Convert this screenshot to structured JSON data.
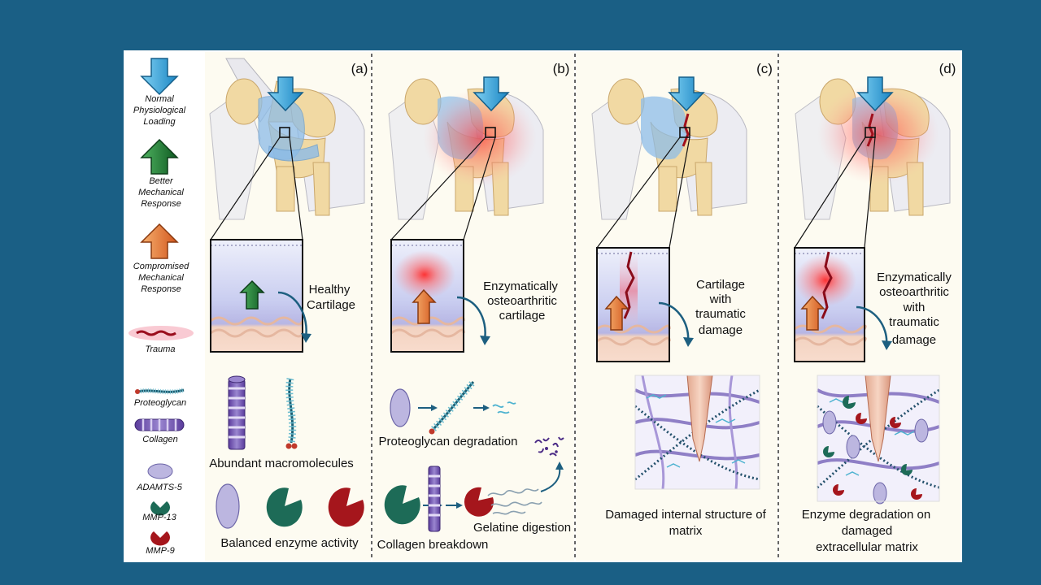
{
  "colors": {
    "background": "#1a5f85",
    "panel": "#fdfbf1",
    "down_arrow": "#2aa3dc",
    "up_green": "#1d7a30",
    "up_orange": "#e0772e",
    "trauma": "#b0101f",
    "adamts": "#b9b3dd",
    "mmp13": "#1d6b57",
    "mmp9": "#a5161c"
  },
  "legend": {
    "normal_loading": [
      "Normal",
      "Physiological",
      "Loading"
    ],
    "better_response": [
      "Better",
      "Mechanical",
      "Response"
    ],
    "compromised_response": [
      "Compromised",
      "Mechanical",
      "Response"
    ],
    "trauma": "Trauma",
    "proteoglycan": "Proteoglycan",
    "collagen": "Collagen",
    "adamts5": "ADAMTS-5",
    "mmp13": "MMP-13",
    "mmp9": "MMP-9"
  },
  "panels": {
    "a": {
      "label": "(a)",
      "cartilage_label": [
        "Healthy",
        "Cartilage"
      ],
      "macromolecules": "Abundant macromolecules",
      "enzymes": "Balanced enzyme activity"
    },
    "b": {
      "label": "(b)",
      "cartilage_label": [
        "Enzymatically",
        "osteoarthritic",
        "cartilage"
      ],
      "proteoglycan": "Proteoglycan degradation",
      "collagen": "Collagen breakdown",
      "gelatine": "Gelatine digestion"
    },
    "c": {
      "label": "(c)",
      "cartilage_label": [
        "Cartilage",
        "with",
        "traumatic",
        "damage"
      ],
      "matrix": [
        "Damaged internal structure of",
        "matrix"
      ]
    },
    "d": {
      "label": "(d)",
      "cartilage_label": [
        "Enzymatically",
        "osteoarthritic",
        "with",
        "traumatic",
        "damage"
      ],
      "matrix": [
        "Enzyme degradation on",
        "damaged",
        "extracellular matrix"
      ]
    }
  }
}
